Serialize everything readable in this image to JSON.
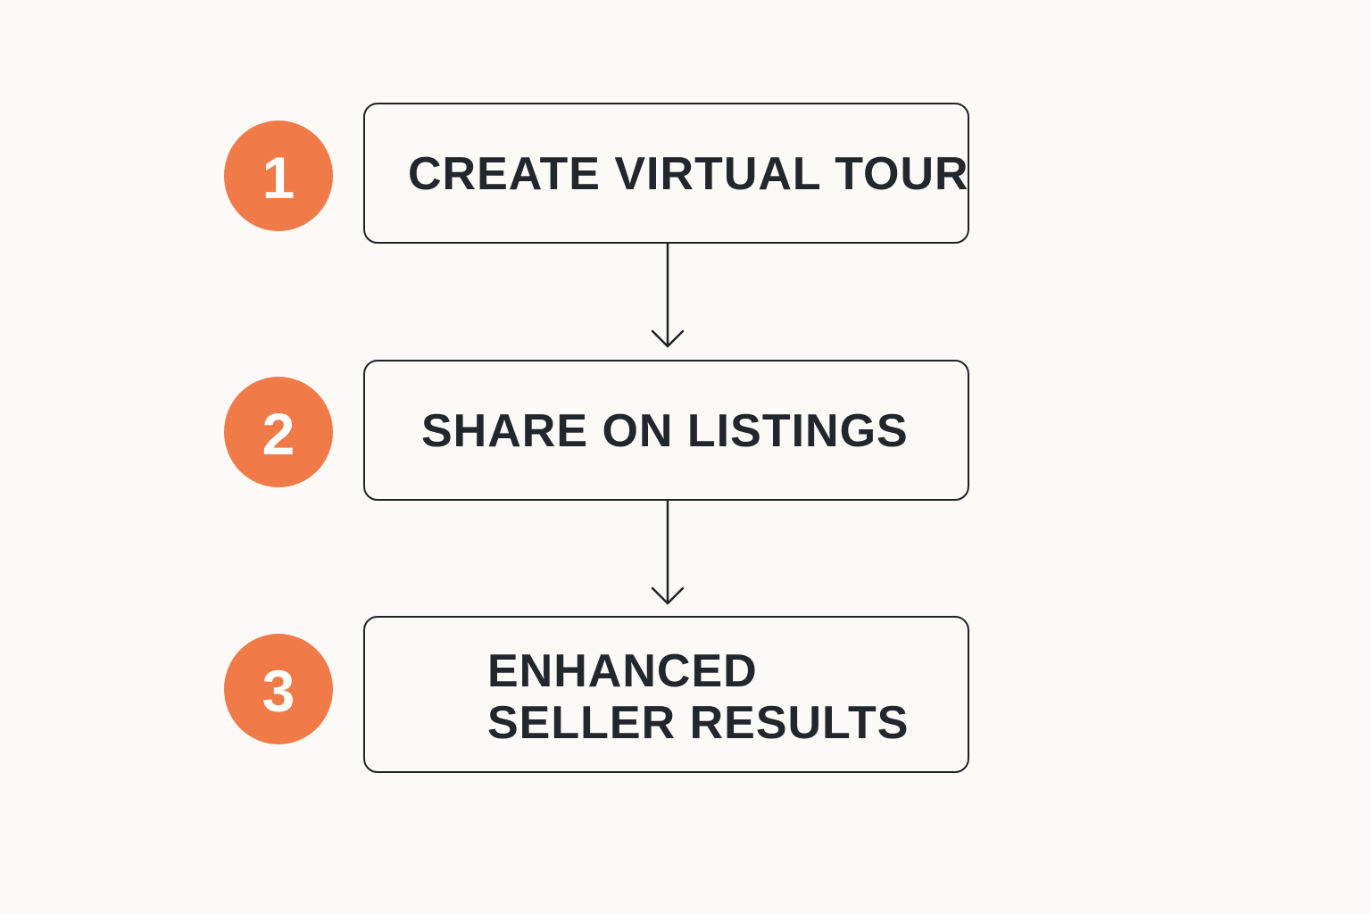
{
  "colors": {
    "background": "#fcfaf7",
    "badge": "#f07a48",
    "stroke": "#1f2227",
    "text": "#22262d"
  },
  "steps": [
    {
      "number": "1",
      "label_lines": [
        "CREATE VIRTUAL TOUR"
      ]
    },
    {
      "number": "2",
      "label_lines": [
        "SHARE ON LISTINGS"
      ]
    },
    {
      "number": "3",
      "label_lines": [
        "ENHANCED",
        "SELLER RESULTS"
      ]
    }
  ],
  "connectors": [
    {
      "from": "1",
      "to": "2",
      "icon": "arrow-down-icon"
    },
    {
      "from": "2",
      "to": "3",
      "icon": "arrow-down-icon"
    }
  ]
}
